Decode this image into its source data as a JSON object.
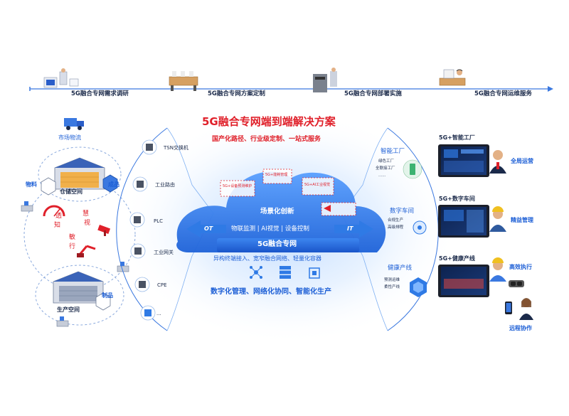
{
  "timeline": {
    "steps": [
      {
        "label": "5G融合专网需求调研"
      },
      {
        "label": "5G融合专网方案定制"
      },
      {
        "label": "5G融合专网部署实施"
      },
      {
        "label": "5G融合专网运维服务"
      }
    ]
  },
  "header": {
    "title": "5G融合专网端到端解决方案",
    "subtitle": "国产化路径、行业级定制、一站式服务"
  },
  "left": {
    "market": "市场物流",
    "storage": "仓储空间",
    "material": "物料",
    "product_top": "成品",
    "product_bottom": "制品",
    "production": "生产空间",
    "circle_words": [
      "慧",
      "视",
      "透",
      "知",
      "敏",
      "行"
    ]
  },
  "devices": [
    {
      "label": "TSN交换机"
    },
    {
      "label": "工业路由"
    },
    {
      "label": "PLC"
    },
    {
      "label": "工业网关"
    },
    {
      "label": "CPE"
    },
    {
      "label": "..."
    }
  ],
  "cloud": {
    "scene": "场景化创新",
    "functions": "物联监测 | AI视觉 | 设备控制",
    "core": "5G融合专网",
    "features": "异构终端接入、宽窄融合网络、轻量化容器",
    "ot": "OT",
    "it": "IT",
    "boxes": [
      "5G+设备预测维护",
      "5G+能耗管理",
      "5G+AI工业视觉"
    ]
  },
  "bottom_slogan": "数字化管理、网络化协同、智能化生产",
  "right_scenes": [
    {
      "title": "智能工厂",
      "subs": [
        "绿色工厂",
        "全联接工厂",
        "......"
      ]
    },
    {
      "title": "数字车间",
      "subs": [
        "合规生产",
        "高级排程"
      ]
    },
    {
      "title": "健康产线",
      "subs": [
        "预测运维",
        "柔性产线"
      ]
    }
  ],
  "right_panels": [
    {
      "title": "5G+智能工厂",
      "role": "全局运营"
    },
    {
      "title": "5G+数字车间",
      "role": "精益管理"
    },
    {
      "title": "5G+健康产线",
      "role": "高效执行"
    },
    {
      "title": "",
      "role": "远程协作"
    }
  ],
  "colors": {
    "accent_blue": "#1d5fd6",
    "title_red": "#e0202a",
    "cloud_blue": "#2f7ae5",
    "glow": "#cfe4ff"
  }
}
